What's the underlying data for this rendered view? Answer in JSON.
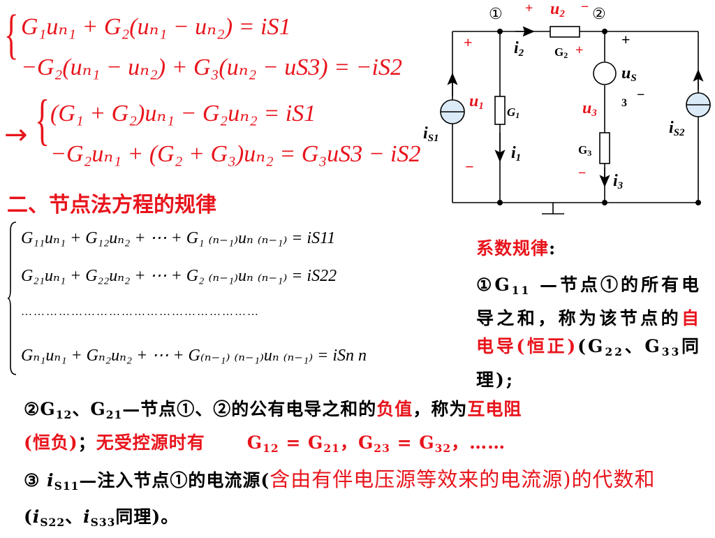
{
  "equations_top": {
    "red_1": "G₁uₙ₁ + G₂(uₙ₁ − uₙ₂) = iS1",
    "red_2": "−G₂(uₙ₁ − uₙ₂) + G₃(uₙ₂ − uS3) = −iS2",
    "arrow": "→",
    "red_3": "(G₁ + G₂)uₙ₁ − G₂uₙ₂ = iS1",
    "red_4": "−G₂uₙ₁ + (G₂ + G₃)uₙ₂ = G₃uS3 − iS2"
  },
  "heading": "二、节点法方程的规律",
  "general_equations": {
    "row1": "G₁₁uₙ₁ + G₁₂uₙ₂ + ⋯ + G₁ ₍ₙ₋₁₎uₙ ₍ₙ₋₁₎ = iS11",
    "row2": "G₂₁uₙ₁ + G₂₂uₙ₂ + ⋯ + G₂ ₍ₙ₋₁₎uₙ ₍ₙ₋₁₎ = iS22",
    "dots": "…………………………………………………",
    "row3": "Gₙ₁uₙ₁ + Gₙ₂uₙ₂ + ⋯ + G₍ₙ₋₁₎ ₍ₙ₋₁₎uₙ ₍ₙ₋₁₎ = iSn n"
  },
  "coefficient_rule": {
    "title": "系数规律",
    "colon": ":",
    "p1_a": "①G",
    "p1_sub": "11",
    "p1_b": " —节点①的所有电导之和，称为该节点的",
    "p1_red": "自电导(恒正)",
    "p1_c": "(G",
    "p1_sub2": "22",
    "p1_d": "、G",
    "p1_sub3": "33",
    "p1_e": "同理);"
  },
  "rule2": {
    "a": "②G",
    "sub1": "12",
    "b": "、G",
    "sub2": "21",
    "c": "—节点①、②的公有电导之和的",
    "red1": "负值",
    "d": "，称为",
    "red2": "互电阻",
    "red3": "(恒负)",
    "e": "；",
    "red4": "无受控源时有",
    "f": "G",
    "fsub1": "12",
    "g": " = G",
    "gsub": "21",
    "h": "，G",
    "hsub": "23",
    "i": " = G",
    "isub": "32",
    "j": "，……"
  },
  "rule3": {
    "a": "③ ",
    "b": "i",
    "bsub": "S11",
    "c": "—注入节点①的电流源(",
    "red1": "含由有伴电压源等效来的电流源)的代数和",
    "d": "(",
    "e": "i",
    "esub": "S22",
    "f": "、",
    "g": "i",
    "gsub": "S33",
    "h": "同理)。"
  },
  "circuit": {
    "node1": "①",
    "node2": "②",
    "u2_plus": "+",
    "u2": "u",
    "u2_sub": "2",
    "u2_minus": "−",
    "i2": "i",
    "i2_sub": "2",
    "g2": "G",
    "g2_sub": "2",
    "g2_plus": "+",
    "left_plus": "+",
    "left_minus": "−",
    "is1": "i",
    "is1_sub": "S1",
    "u1": "u",
    "u1_sub": "1",
    "g1": "G",
    "g1_sub": "1",
    "i1": "i",
    "i1_sub": "1",
    "right_plus": "+",
    "us": "u",
    "us_sub": "S",
    "us3": "3",
    "us_minus": "−",
    "u3": "u",
    "u3_sub": "3",
    "g3": "G",
    "g3_sub": "3",
    "u3_minus": "−",
    "i3": "i",
    "i3_sub": "3",
    "is2": "i",
    "is2_sub": "S2"
  },
  "colors": {
    "red": "#e8141c",
    "black": "#000000",
    "resistor_fill": "#ffffff",
    "source_fill": "#dbeaf7"
  }
}
